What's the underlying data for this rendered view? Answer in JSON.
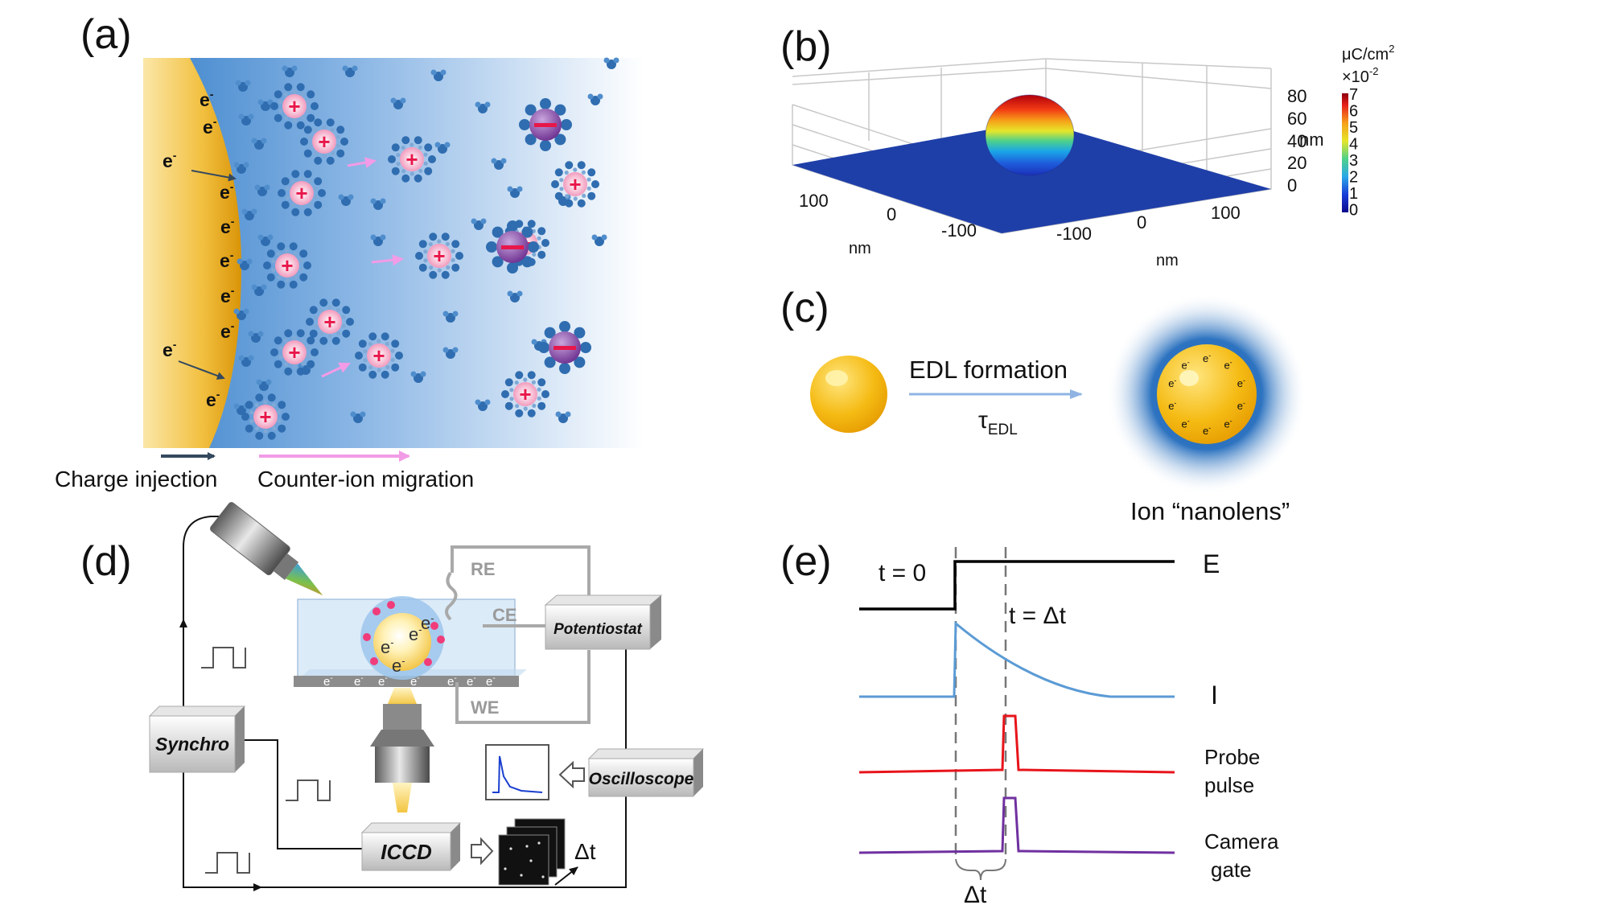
{
  "panels": {
    "a": {
      "label": "(a)",
      "electron": "e",
      "electron_sup": "-",
      "plus": "+",
      "legend_injection": "Charge injection",
      "legend_migration": "Counter-ion migration"
    },
    "b": {
      "label": "(b)",
      "z_ticks": [
        "80",
        "60",
        "40",
        "20",
        "0"
      ],
      "z_unit": "nm",
      "x_ticks": [
        "100",
        "0",
        "-100"
      ],
      "y_ticks": [
        "-100",
        "0",
        "100"
      ],
      "x_unit": "nm",
      "y_unit": "nm",
      "colorbar_unit": "μC/cm",
      "colorbar_unit_sup": "2",
      "colorbar_scale": "×10",
      "colorbar_scale_sup": "-2",
      "colorbar_ticks": [
        "7",
        "6",
        "5",
        "4",
        "3",
        "2",
        "1",
        "0"
      ]
    },
    "c": {
      "label": "(c)",
      "arrow_top": "EDL formation",
      "arrow_bottom_main": "τ",
      "arrow_bottom_sub": "EDL",
      "caption": "Ion “nanolens”"
    },
    "d": {
      "label": "(d)",
      "re": "RE",
      "ce": "CE",
      "we": "WE",
      "potentiostat": "Potentiostat",
      "synchro": "Synchro",
      "oscilloscope": "Oscilloscope",
      "iccd": "ICCD",
      "delta_t": "Δt"
    },
    "e": {
      "label": "(e)",
      "t0": "t = 0",
      "tdt": "t = Δt",
      "sig_E": "E",
      "sig_I": "I",
      "sig_probe_1": "Probe",
      "sig_probe_2": "pulse",
      "sig_cam_1": "Camera",
      "sig_cam_2": "gate",
      "delta_t": "Δt"
    }
  },
  "colors": {
    "gold": "#f2b21a",
    "electrolyte": "#6f9fd8",
    "cation": "#e8174a",
    "anion_core": "#7a3a9a",
    "current": "#5b9bd5",
    "probe": "#e8141b",
    "camera": "#7030a0"
  }
}
